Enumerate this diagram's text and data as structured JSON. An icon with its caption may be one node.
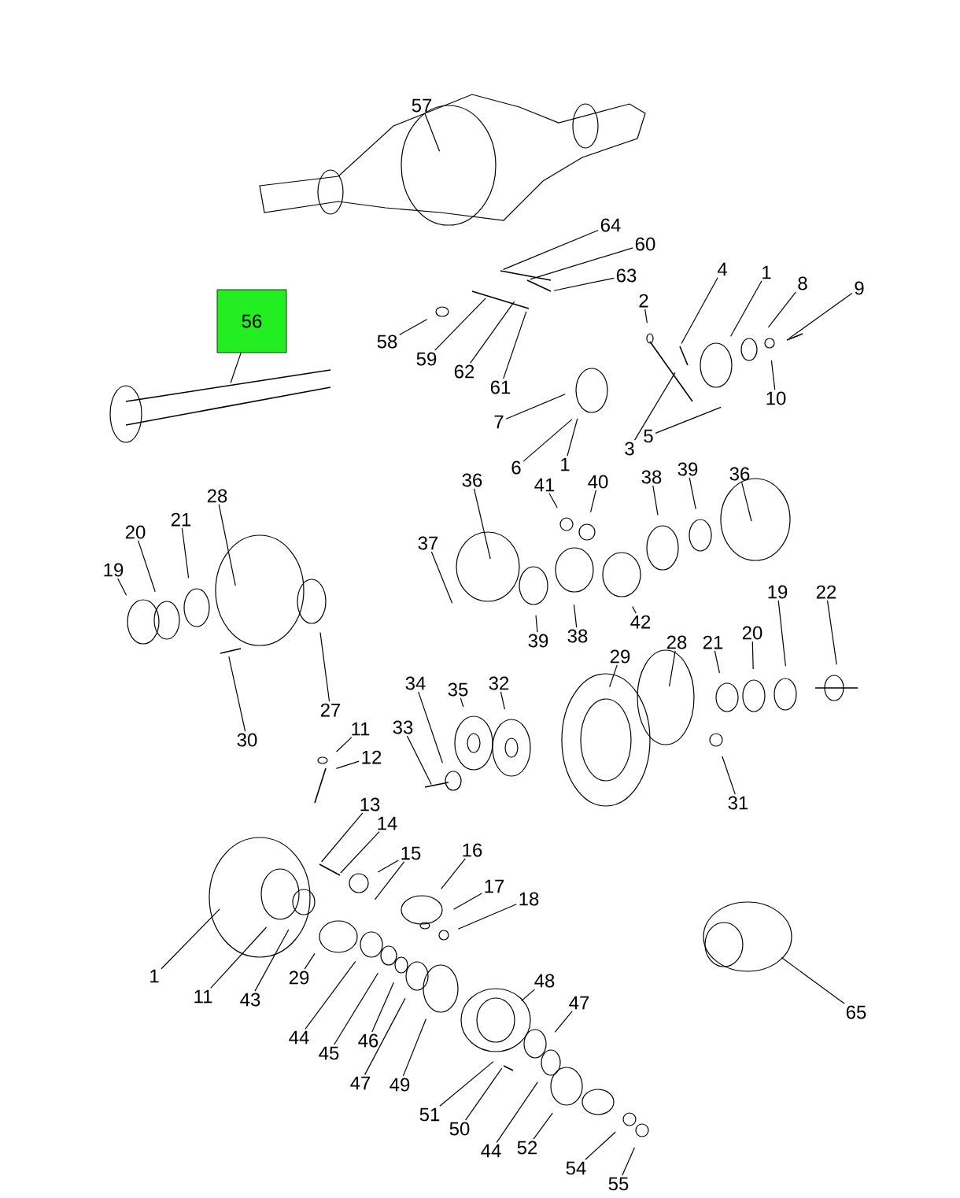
{
  "diagram": {
    "nodes": [
      {
        "text": [
          "57"
        ]
      },
      {
        "text": [
          "64"
        ]
      },
      {
        "text": [
          "60"
        ]
      },
      {
        "text": [
          "63"
        ]
      },
      {
        "text": [
          "56"
        ]
      },
      {
        "text": [
          "58"
        ]
      },
      {
        "text": [
          "59"
        ]
      },
      {
        "text": [
          "62"
        ]
      },
      {
        "text": [
          "61"
        ]
      },
      {
        "text": [
          "4"
        ]
      },
      {
        "text": [
          "1"
        ]
      },
      {
        "text": [
          "8"
        ]
      },
      {
        "text": [
          "9"
        ]
      },
      {
        "text": [
          "2"
        ]
      },
      {
        "text": [
          "10"
        ]
      },
      {
        "text": [
          "7"
        ]
      },
      {
        "text": [
          "3"
        ]
      },
      {
        "text": [
          "5"
        ]
      },
      {
        "text": [
          "6"
        ]
      },
      {
        "text": [
          "1"
        ]
      },
      {
        "text": [
          "36"
        ]
      },
      {
        "text": [
          "41"
        ]
      },
      {
        "text": [
          "40"
        ]
      },
      {
        "text": [
          "38"
        ]
      },
      {
        "text": [
          "39"
        ]
      },
      {
        "text": [
          "36"
        ]
      },
      {
        "text": [
          "28"
        ]
      },
      {
        "text": [
          "20"
        ]
      },
      {
        "text": [
          "21"
        ]
      },
      {
        "text": [
          "19"
        ]
      },
      {
        "text": [
          "37"
        ]
      },
      {
        "text": [
          "39"
        ]
      },
      {
        "text": [
          "38"
        ]
      },
      {
        "text": [
          "42"
        ]
      },
      {
        "text": [
          "29"
        ]
      },
      {
        "text": [
          "28"
        ]
      },
      {
        "text": [
          "21"
        ]
      },
      {
        "text": [
          "20"
        ]
      },
      {
        "text": [
          "19"
        ]
      },
      {
        "text": [
          "22"
        ]
      },
      {
        "text": [
          "27"
        ]
      },
      {
        "text": [
          "30"
        ]
      },
      {
        "text": [
          "34"
        ]
      },
      {
        "text": [
          "35"
        ]
      },
      {
        "text": [
          "32"
        ]
      },
      {
        "text": [
          "33"
        ]
      },
      {
        "text": [
          "11"
        ]
      },
      {
        "text": [
          "12"
        ]
      },
      {
        "text": [
          "31"
        ]
      },
      {
        "text": [
          "13"
        ]
      },
      {
        "text": [
          "14"
        ]
      },
      {
        "text": [
          "15"
        ]
      },
      {
        "text": [
          "16"
        ]
      },
      {
        "text": [
          "17"
        ]
      },
      {
        "text": [
          "18"
        ]
      },
      {
        "text": [
          "1"
        ]
      },
      {
        "text": [
          "11"
        ]
      },
      {
        "text": [
          "43"
        ]
      },
      {
        "text": [
          "29"
        ]
      },
      {
        "text": [
          "44"
        ]
      },
      {
        "text": [
          "45"
        ]
      },
      {
        "text": [
          "46"
        ]
      },
      {
        "text": [
          "47"
        ]
      },
      {
        "text": [
          "49"
        ]
      },
      {
        "text": [
          "48"
        ]
      },
      {
        "text": [
          "47"
        ]
      },
      {
        "text": [
          "51"
        ]
      },
      {
        "text": [
          "50"
        ]
      },
      {
        "text": [
          "44"
        ]
      },
      {
        "text": [
          "52"
        ]
      },
      {
        "text": [
          "54"
        ]
      },
      {
        "text": [
          "55"
        ]
      },
      {
        "text": [
          "65"
        ]
      }
    ],
    "edges": [
      {
        "from": 0,
        "to": null,
        "arrow": "none"
      },
      {
        "from": 1,
        "to": null,
        "arrow": "none"
      },
      {
        "from": 2,
        "to": null,
        "arrow": "none"
      },
      {
        "from": 3,
        "to": null,
        "arrow": "none"
      },
      {
        "from": 4,
        "to": null,
        "arrow": "none"
      },
      {
        "from": 5,
        "to": null,
        "arrow": "none"
      },
      {
        "from": 6,
        "to": null,
        "arrow": "none"
      },
      {
        "from": 7,
        "to": null,
        "arrow": "none"
      },
      {
        "from": 8,
        "to": null,
        "arrow": "none"
      },
      {
        "from": 9,
        "to": null,
        "arrow": "none"
      },
      {
        "from": 10,
        "to": null,
        "arrow": "none"
      },
      {
        "from": 11,
        "to": null,
        "arrow": "none"
      },
      {
        "from": 12,
        "to": null,
        "arrow": "none"
      },
      {
        "from": 13,
        "to": null,
        "arrow": "none"
      },
      {
        "from": 14,
        "to": null,
        "arrow": "none"
      },
      {
        "from": 15,
        "to": null,
        "arrow": "none"
      },
      {
        "from": 16,
        "to": null,
        "arrow": "none"
      },
      {
        "from": 17,
        "to": null,
        "arrow": "none"
      },
      {
        "from": 18,
        "to": null,
        "arrow": "none"
      },
      {
        "from": 19,
        "to": null,
        "arrow": "none"
      },
      {
        "from": 20,
        "to": null,
        "arrow": "none"
      },
      {
        "from": 21,
        "to": null,
        "arrow": "none"
      },
      {
        "from": 22,
        "to": null,
        "arrow": "none"
      },
      {
        "from": 23,
        "to": null,
        "arrow": "none"
      },
      {
        "from": 24,
        "to": null,
        "arrow": "none"
      },
      {
        "from": 25,
        "to": null,
        "arrow": "none"
      },
      {
        "from": 26,
        "to": null,
        "arrow": "none"
      },
      {
        "from": 27,
        "to": null,
        "arrow": "none"
      },
      {
        "from": 28,
        "to": null,
        "arrow": "none"
      },
      {
        "from": 29,
        "to": null,
        "arrow": "none"
      },
      {
        "from": 30,
        "to": null,
        "arrow": "none"
      },
      {
        "from": 31,
        "to": null,
        "arrow": "none"
      },
      {
        "from": 32,
        "to": null,
        "arrow": "none"
      },
      {
        "from": 33,
        "to": null,
        "arrow": "none"
      },
      {
        "from": 34,
        "to": null,
        "arrow": "none"
      },
      {
        "from": 35,
        "to": null,
        "arrow": "none"
      },
      {
        "from": 36,
        "to": null,
        "arrow": "none"
      },
      {
        "from": 37,
        "to": null,
        "arrow": "none"
      },
      {
        "from": 38,
        "to": null,
        "arrow": "none"
      },
      {
        "from": 39,
        "to": null,
        "arrow": "none"
      },
      {
        "from": 40,
        "to": null,
        "arrow": "none"
      },
      {
        "from": 41,
        "to": null,
        "arrow": "none"
      },
      {
        "from": 42,
        "to": null,
        "arrow": "none"
      },
      {
        "from": 43,
        "to": null,
        "arrow": "none"
      },
      {
        "from": 44,
        "to": null,
        "arrow": "none"
      },
      {
        "from": 45,
        "to": null,
        "arrow": "none"
      },
      {
        "from": 46,
        "to": null,
        "arrow": "none"
      },
      {
        "from": 47,
        "to": null,
        "arrow": "none"
      },
      {
        "from": 48,
        "to": null,
        "arrow": "none"
      },
      {
        "from": 49,
        "to": null,
        "arrow": "none"
      },
      {
        "from": 50,
        "to": null,
        "arrow": "none"
      },
      {
        "from": 51,
        "to": null,
        "arrow": "none"
      },
      {
        "from": 51,
        "to": null,
        "arrow": "none"
      },
      {
        "from": 52,
        "to": null,
        "arrow": "none"
      },
      {
        "from": 53,
        "to": null,
        "arrow": "none"
      },
      {
        "from": 54,
        "to": null,
        "arrow": "none"
      },
      {
        "from": 55,
        "to": null,
        "arrow": "none"
      },
      {
        "from": 56,
        "to": null,
        "arrow": "none"
      },
      {
        "from": 57,
        "to": null,
        "arrow": "none"
      },
      {
        "from": 58,
        "to": null,
        "arrow": "none"
      },
      {
        "from": 59,
        "to": null,
        "arrow": "none"
      },
      {
        "from": 60,
        "to": null,
        "arrow": "none"
      },
      {
        "from": 61,
        "to": null,
        "arrow": "none"
      },
      {
        "from": 62,
        "to": null,
        "arrow": "none"
      },
      {
        "from": 63,
        "to": null,
        "arrow": "none"
      },
      {
        "from": 64,
        "to": null,
        "arrow": "none"
      },
      {
        "from": 65,
        "to": null,
        "arrow": "none"
      },
      {
        "from": 66,
        "to": null,
        "arrow": "none"
      },
      {
        "from": 67,
        "to": null,
        "arrow": "none"
      },
      {
        "from": 68,
        "to": null,
        "arrow": "none"
      },
      {
        "from": 69,
        "to": null,
        "arrow": "none"
      },
      {
        "from": 70,
        "to": null,
        "arrow": "none"
      },
      {
        "from": 71,
        "to": null,
        "arrow": "none"
      },
      {
        "from": 72,
        "to": null,
        "arrow": "none"
      }
    ]
  }
}
